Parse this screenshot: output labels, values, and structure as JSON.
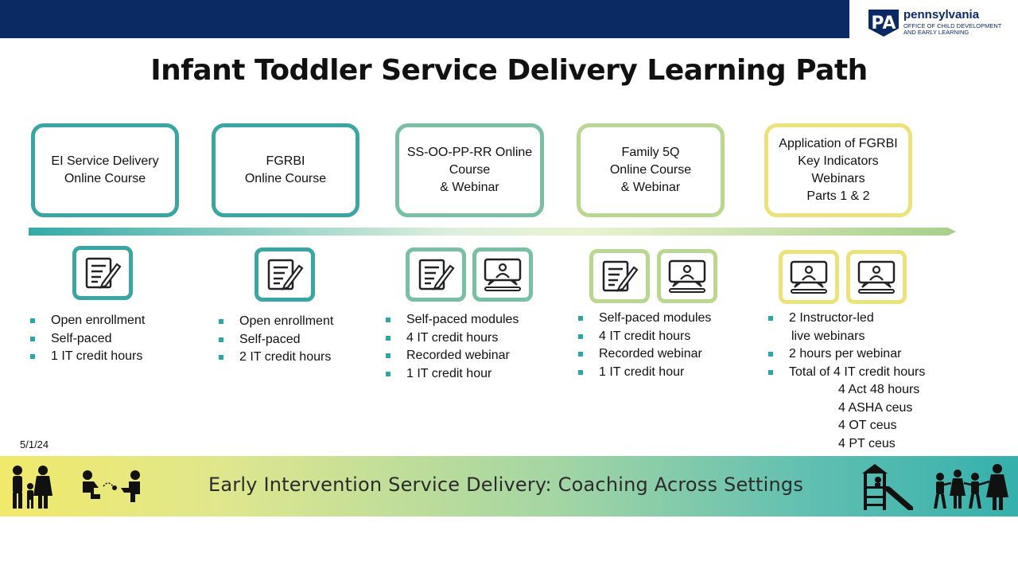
{
  "title": "Infant Toddler Service Delivery Learning Path",
  "logo": {
    "badge": "PA",
    "brand": "pennsylvania",
    "subtitle": "Office of Child Development and Early Learning"
  },
  "courses": [
    {
      "label": "EI Service Delivery\nOnline Course",
      "color": "#3aa6a2"
    },
    {
      "label": "FGRBI\nOnline Course",
      "color": "#3aa6a2"
    },
    {
      "label": "SS-OO-PP-RR Online\nCourse\n& Webinar",
      "color": "#78bfa3"
    },
    {
      "label": "Family 5Q\nOnline Course\n& Webinar",
      "color": "#b9d78e"
    },
    {
      "label": "Application of FGRBI\nKey Indicators\nWebinars\nParts 1 & 2",
      "color": "#ece27a"
    }
  ],
  "icons": {
    "document": "document-pencil-icon",
    "webinar": "webinar-presentation-icon"
  },
  "details": {
    "col1": [
      "Open enrollment",
      "Self-paced",
      "1 IT credit hours"
    ],
    "col2": [
      "Open enrollment",
      "Self-paced",
      "2 IT credit hours"
    ],
    "col3": [
      "Self-paced modules",
      "4 IT credit hours",
      "Recorded webinar",
      "1 IT credit hour"
    ],
    "col4": [
      "Self-paced modules",
      "4 IT credit hours",
      "Recorded webinar",
      "1 IT credit hour"
    ],
    "col5": {
      "b1a": "2 Instructor-led",
      "b1b": "live webinars",
      "b2": "2 hours per webinar",
      "b3": "Total of 4 IT credit hours",
      "sub": [
        "4 Act 48 hours",
        "4 ASHA ceus",
        "4 OT ceus",
        "4 PT ceus"
      ]
    }
  },
  "date": "5/1/24",
  "footer": {
    "text": "Early Intervention Service Delivery: Coaching Across Settings"
  }
}
